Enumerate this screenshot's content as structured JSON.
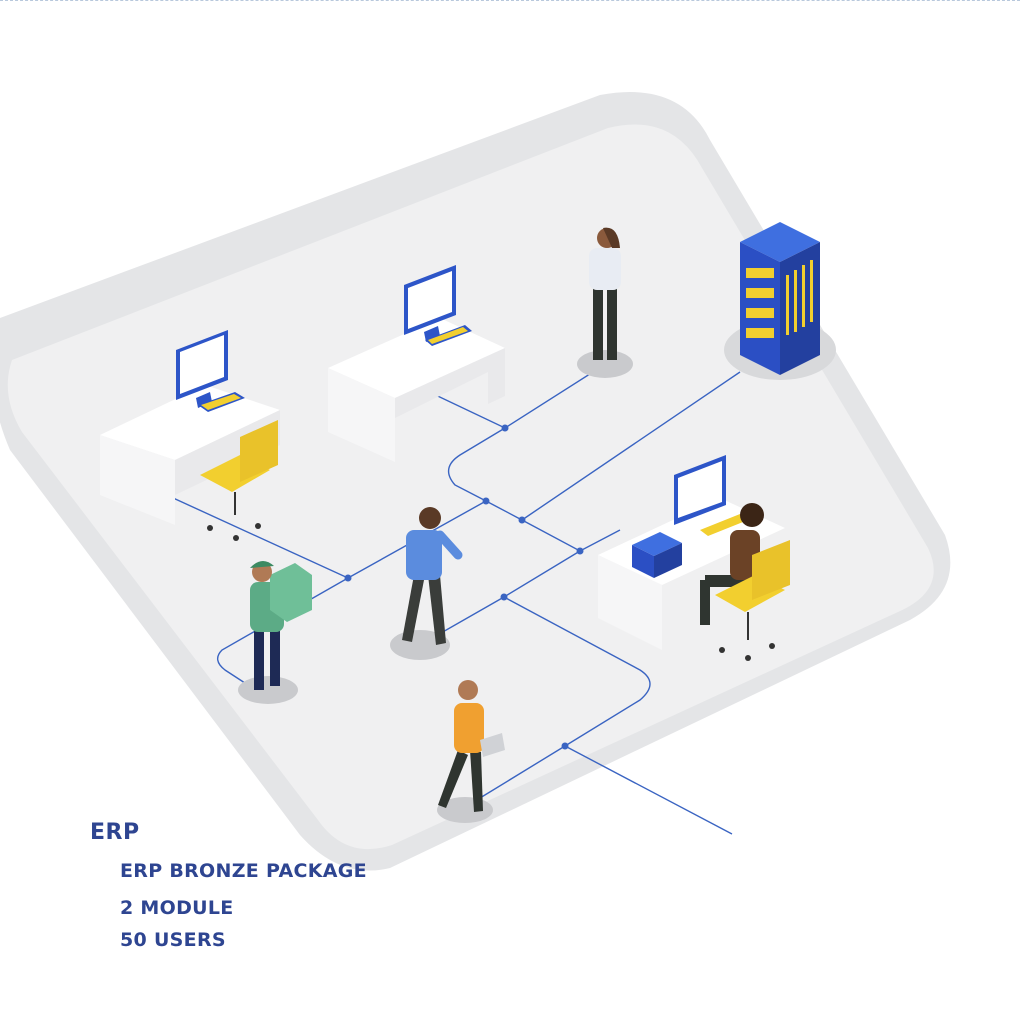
{
  "heading": "ERP",
  "details": [
    "ERP BRONZE PACKAGE",
    "2 MODULE",
    "50 USERS"
  ],
  "palette": {
    "brand_blue": "#2e4591",
    "line_blue": "#3a64c2",
    "server_blue": "#2b4fc4",
    "accent_yellow": "#f2cf2f",
    "platform": "#f0f0f1"
  },
  "illustration": {
    "icons": [
      "workstation-icon",
      "server-rack-icon",
      "office-chair-icon",
      "person-icon",
      "courier-icon",
      "network-node-icon"
    ]
  }
}
